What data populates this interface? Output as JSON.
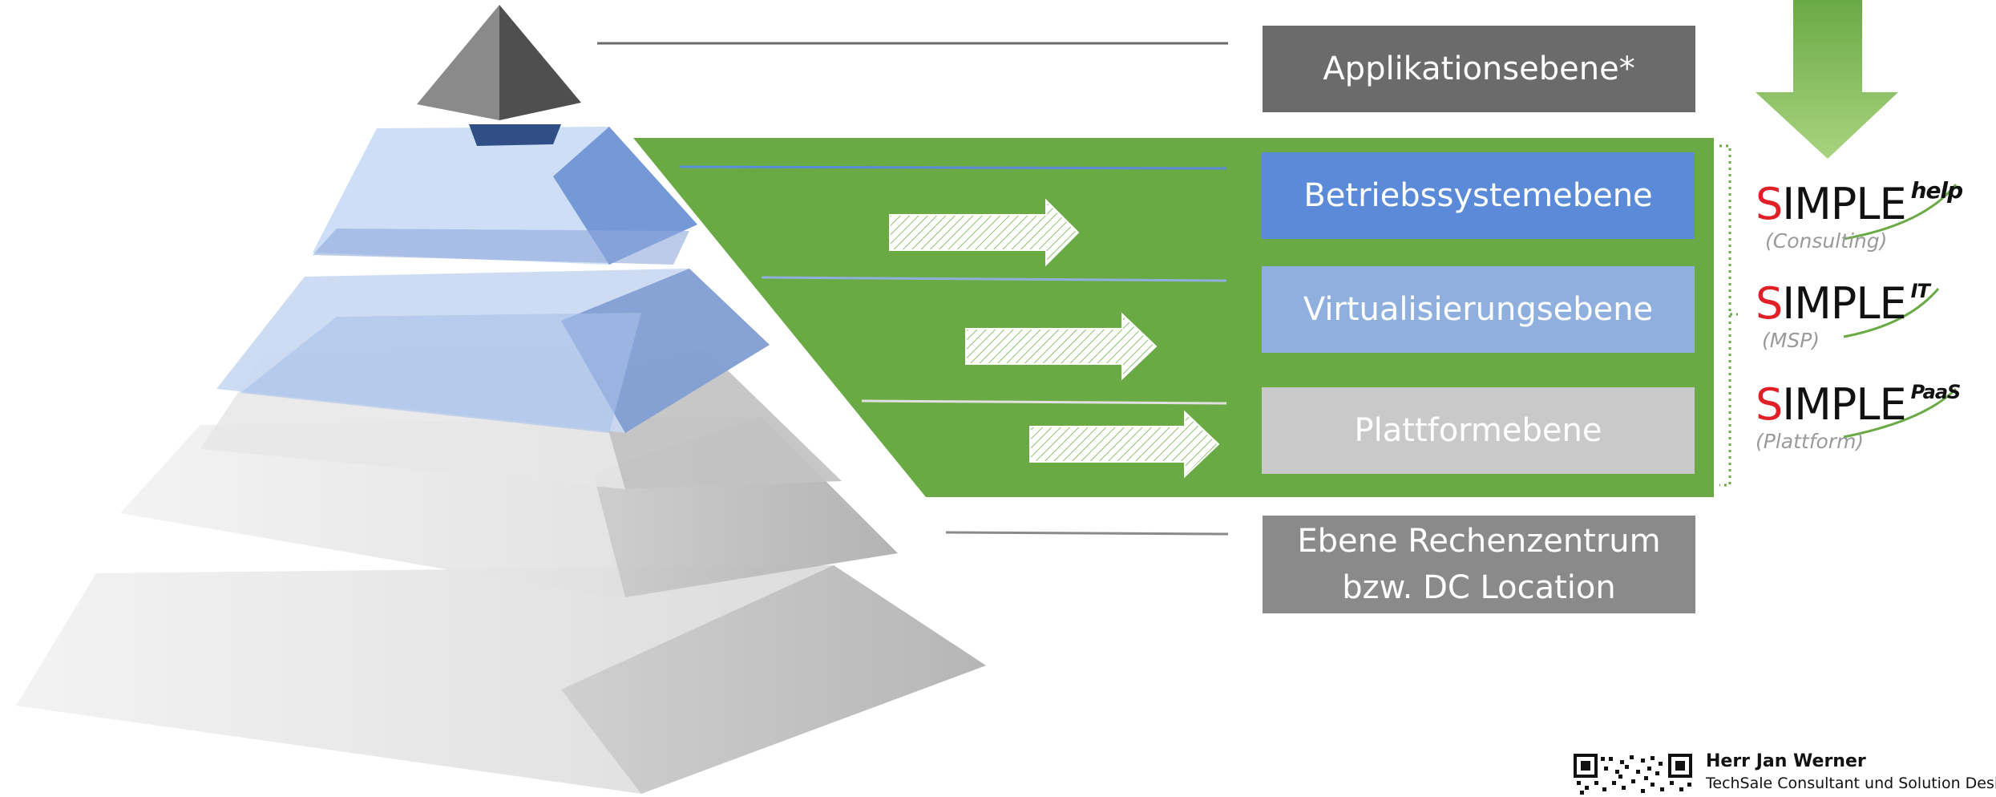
{
  "layers": {
    "application": "Applikationsebene*",
    "os": "Betriebssystemebene",
    "virtualization": "Virtualisierungsebene",
    "platform": "Plattformebene",
    "datacenter_line1": "Ebene Rechenzentrum",
    "datacenter_line2": "bzw. DC Location"
  },
  "brands": [
    {
      "name": "SIMPLE",
      "first_letter": "S",
      "rest": "IMPLE",
      "superscript": "help",
      "subtitle": "(Consulting)"
    },
    {
      "name": "SIMPLE",
      "first_letter": "S",
      "rest": "IMPLE",
      "superscript": "IT",
      "subtitle": "(MSP)"
    },
    {
      "name": "SIMPLE",
      "first_letter": "S",
      "rest": "IMPLE",
      "superscript": "PaaS",
      "subtitle": "(Plattform)"
    }
  ],
  "footer": {
    "name": "Herr Jan Werner",
    "role": "TechSale Consultant und Solution Designe"
  },
  "colors": {
    "green_band": "#6aaa45",
    "os_blue": "#5b8bd8",
    "virt_blue": "#8fb0de",
    "platform_grey": "#c9c9c9",
    "dark_grey": "#6b6b6b",
    "brand_red": "#e01f26"
  },
  "icons": [
    "pyramid-graphic",
    "down-arrow-icon",
    "right-arrow-icon",
    "qr-code-icon"
  ]
}
